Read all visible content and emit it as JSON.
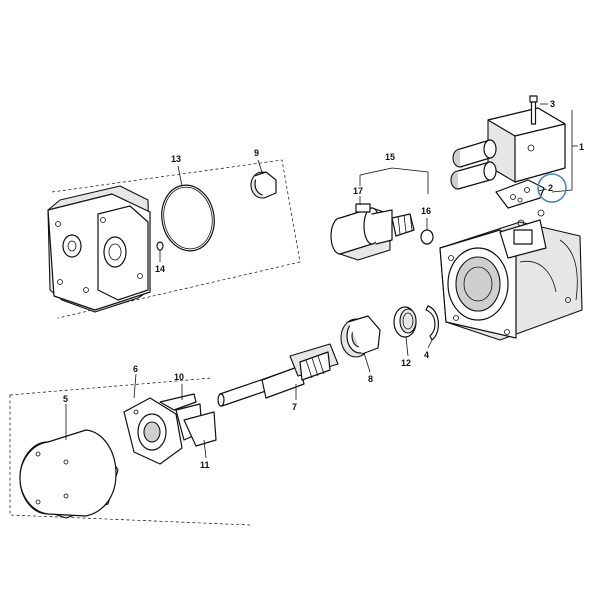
{
  "diagram": {
    "callouts": [
      {
        "id": "c1",
        "label": "1"
      },
      {
        "id": "c2",
        "label": "2"
      },
      {
        "id": "c3",
        "label": "3"
      },
      {
        "id": "c4",
        "label": "4"
      },
      {
        "id": "c5",
        "label": "5"
      },
      {
        "id": "c6",
        "label": "6"
      },
      {
        "id": "c7",
        "label": "7"
      },
      {
        "id": "c8",
        "label": "8"
      },
      {
        "id": "c9",
        "label": "9"
      },
      {
        "id": "c10",
        "label": "10"
      },
      {
        "id": "c11",
        "label": "11"
      },
      {
        "id": "c12",
        "label": "12"
      },
      {
        "id": "c13",
        "label": "13"
      },
      {
        "id": "c14",
        "label": "14"
      },
      {
        "id": "c15",
        "label": "15"
      },
      {
        "id": "c16",
        "label": "16"
      },
      {
        "id": "c17",
        "label": "17"
      }
    ],
    "highlighted_callout": "2",
    "highlight_color": "#4a86c5",
    "line_color": "#111111",
    "background_color": "#ffffff"
  }
}
